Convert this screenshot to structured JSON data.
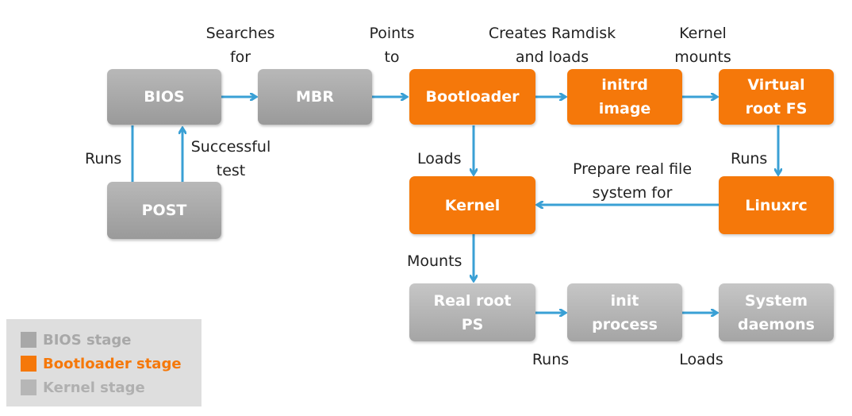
{
  "colors": {
    "bios_stage": "#a8a8a8",
    "bootloader_stage": "#f5780a",
    "kernel_stage": "#b6b6b6",
    "arrow": "#3aa0d5",
    "label_text": "#222222"
  },
  "boxes": {
    "bios": "BIOS",
    "mbr": "MBR",
    "post": "POST",
    "bootloader": "Bootloader",
    "initrd": "initrd\nimage",
    "virtual_root": "Virtual\nroot FS",
    "kernel": "Kernel",
    "linuxrc": "Linuxrc",
    "real_root": "Real root\nPS",
    "init_process": "init\nprocess",
    "system_daemons": "System\ndaemons"
  },
  "labels": {
    "searches_for": "Searches\nfor",
    "points_to": "Points\nto",
    "creates_ramdisk": "Creates Ramdisk\nand loads",
    "kernel_mounts": "Kernel\nmounts",
    "runs_post": "Runs",
    "successful_test": "Successful\ntest",
    "loads_kernel": "Loads",
    "runs_linuxrc": "Runs",
    "prepare_real_fs": "Prepare real file\nsystem for",
    "mounts": "Mounts",
    "runs_init": "Runs",
    "loads_daemons": "Loads"
  },
  "legend": {
    "bios_stage": "BIOS stage",
    "bootloader_stage": "Bootloader stage",
    "kernel_stage": "Kernel stage"
  }
}
